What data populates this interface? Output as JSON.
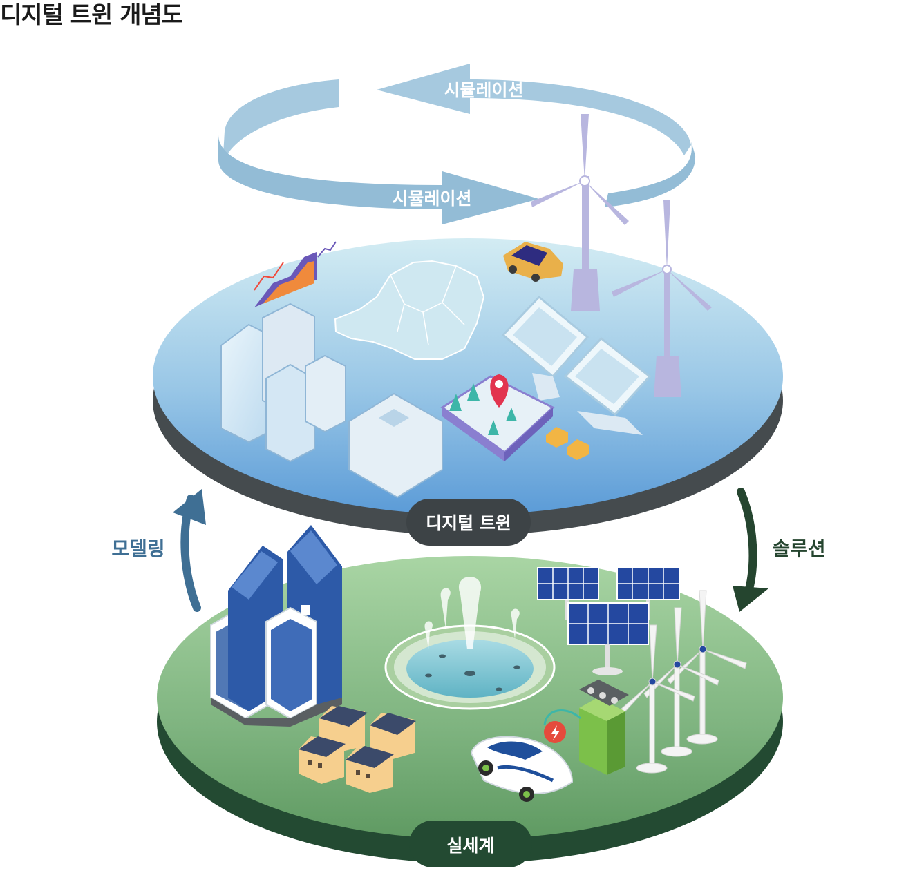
{
  "title": "디지털 트윈 개념도",
  "labels": {
    "simulation_top": "시뮬레이션",
    "simulation_bottom": "시뮬레이션",
    "digital_twin": "디지털 트윈",
    "modeling": "모델링",
    "solution": "솔루션",
    "real_world": "실세계"
  },
  "colors": {
    "cycle_arrow": "#9bbfd7",
    "modeling_arrow": "#3f6f94",
    "solution_arrow": "#25452f",
    "twin_platform": "#8fbde2",
    "twin_edge": "#464c4f",
    "real_platform": "#7fb480",
    "real_edge": "#234a32",
    "label_text": "#ffffff"
  },
  "icons": {
    "twin_layer": [
      "chart-icon",
      "korea-map-icon",
      "car-icon",
      "wind-turbine-icon",
      "solar-panel-icon",
      "building-icon",
      "map-pin-icon",
      "house-icon"
    ],
    "real_layer": [
      "skyscraper-icon",
      "fountain-icon",
      "solar-panel-icon",
      "wind-turbine-icon",
      "electric-car-icon",
      "charging-station-icon",
      "house-icon"
    ]
  }
}
